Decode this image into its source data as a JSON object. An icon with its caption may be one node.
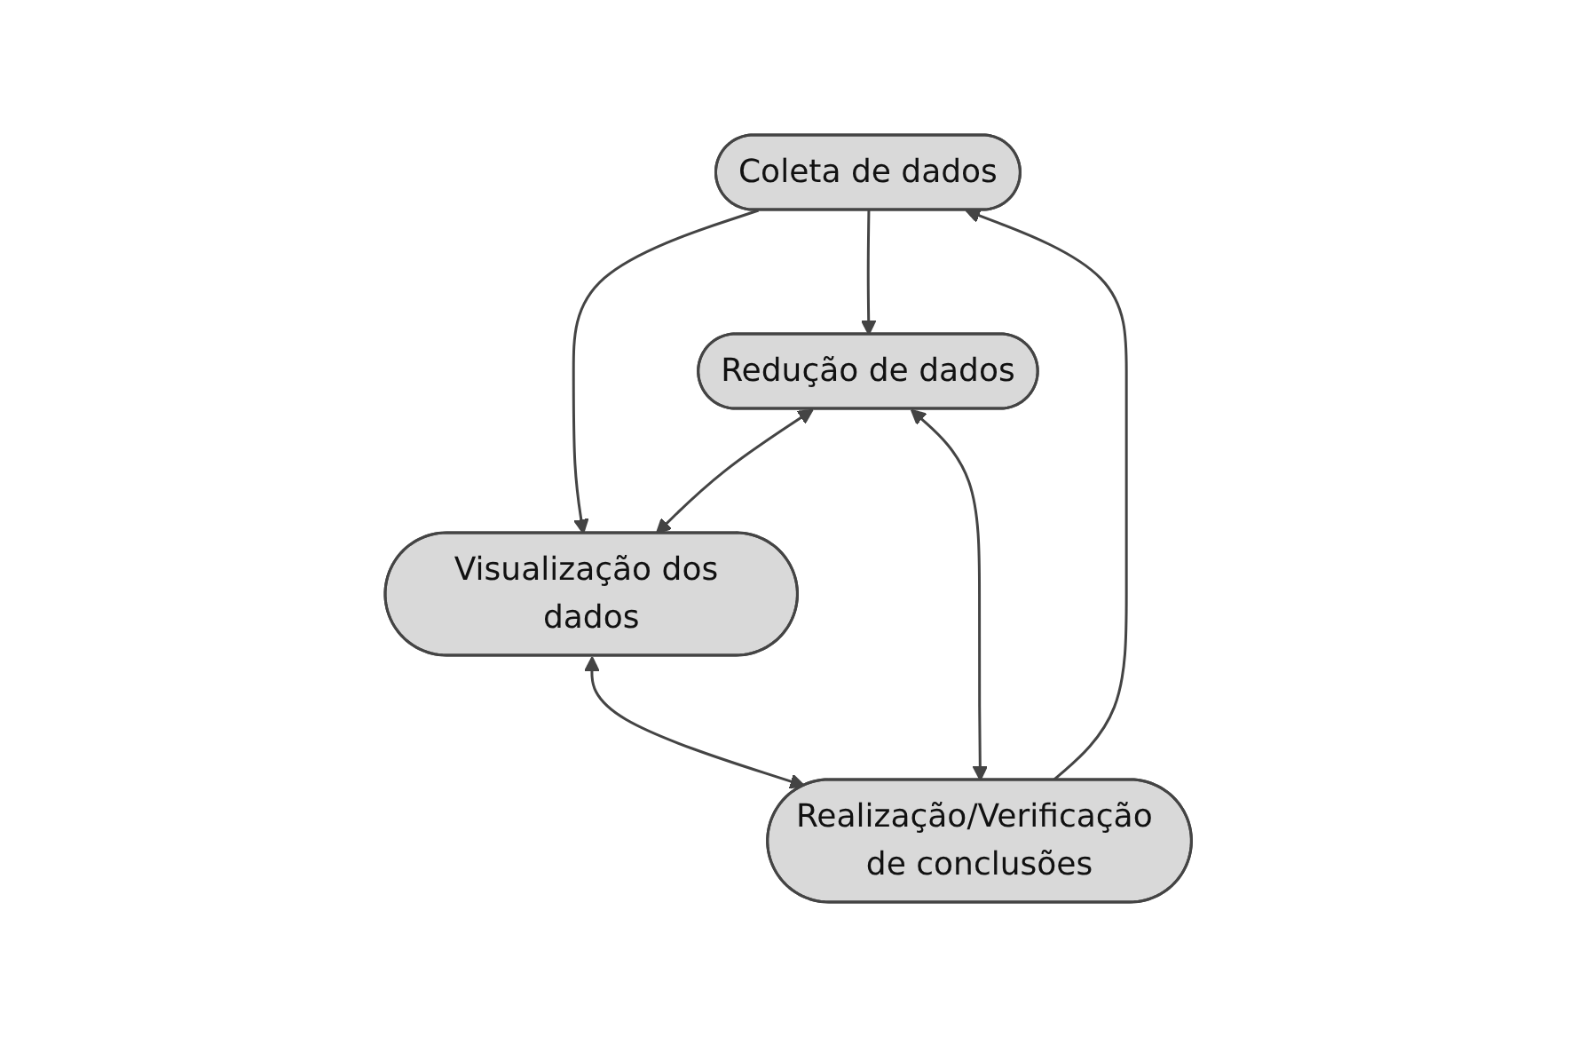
{
  "diagram": {
    "nodes": [
      {
        "text": [
          "Coleta de dados"
        ]
      },
      {
        "text": [
          "Visualização dos dados"
        ]
      },
      {
        "text": [
          "Redução de dados"
        ]
      },
      {
        "text": [
          "Realização/Verificação de conclusões"
        ]
      }
    ],
    "edges": [
      {
        "from": 0,
        "to": 1,
        "arrow": "to"
      },
      {
        "from": 0,
        "to": 2,
        "arrow": "to"
      },
      {
        "from": 2,
        "to": 1,
        "arrow": "both"
      },
      {
        "from": 1,
        "to": 3,
        "arrow": "both"
      },
      {
        "from": 2,
        "to": 3,
        "arrow": "both"
      },
      {
        "from": 3,
        "to": 0,
        "arrow": "to"
      }
    ]
  }
}
